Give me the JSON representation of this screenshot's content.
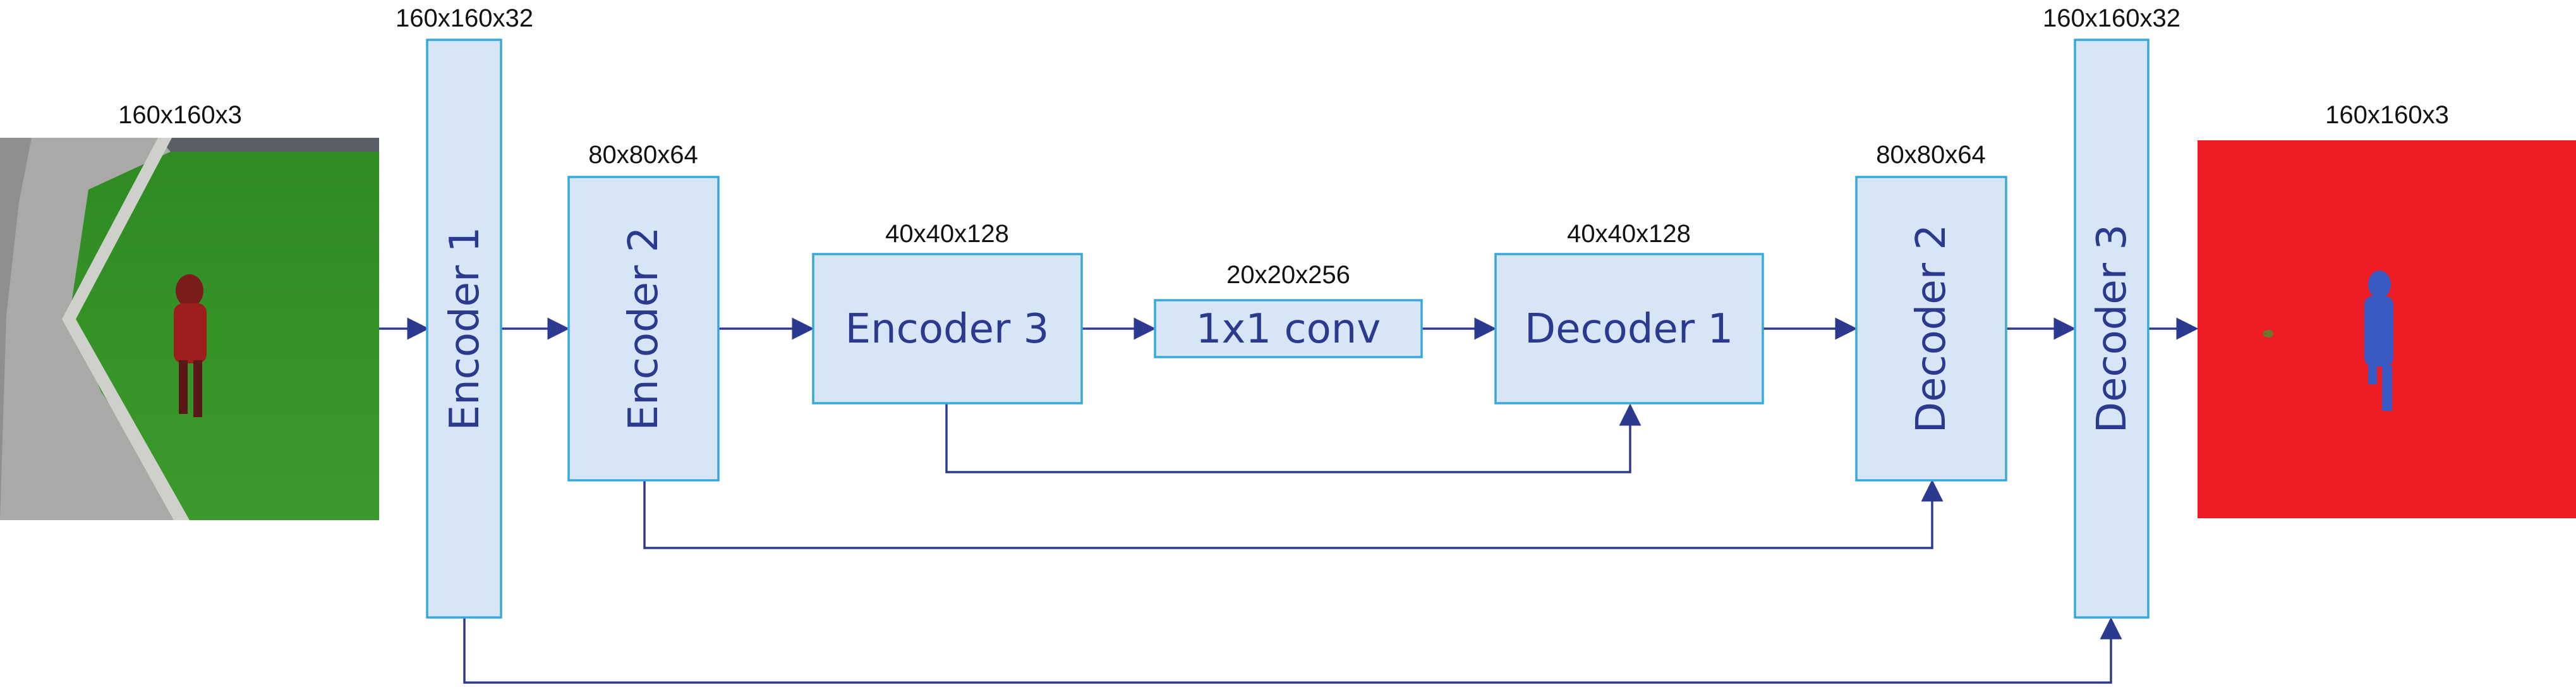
{
  "input": {
    "dims": "160x160x3"
  },
  "output": {
    "dims": "160x160x3"
  },
  "blocks": {
    "encoder1": {
      "label": "Encoder 1",
      "dims": "160x160x32"
    },
    "encoder2": {
      "label": "Encoder 2",
      "dims": "80x80x64"
    },
    "encoder3": {
      "label": "Encoder 3",
      "dims": "40x40x128"
    },
    "conv1x1": {
      "label": "1x1 conv",
      "dims": "20x20x256"
    },
    "decoder1": {
      "label": "Decoder 1",
      "dims": "40x40x128"
    },
    "decoder2": {
      "label": "Decoder 2",
      "dims": "80x80x64"
    },
    "decoder3": {
      "label": "Decoder 3",
      "dims": "160x160x32"
    }
  },
  "colors": {
    "block_fill": "#d6e6f6",
    "block_stroke": "#37a9dd",
    "arrow": "#2b3a8f",
    "label_text": "#2b3a8f",
    "mask_background": "#ee1c25",
    "mask_person": "#3b5bc4",
    "grass": "#2f8a24"
  }
}
